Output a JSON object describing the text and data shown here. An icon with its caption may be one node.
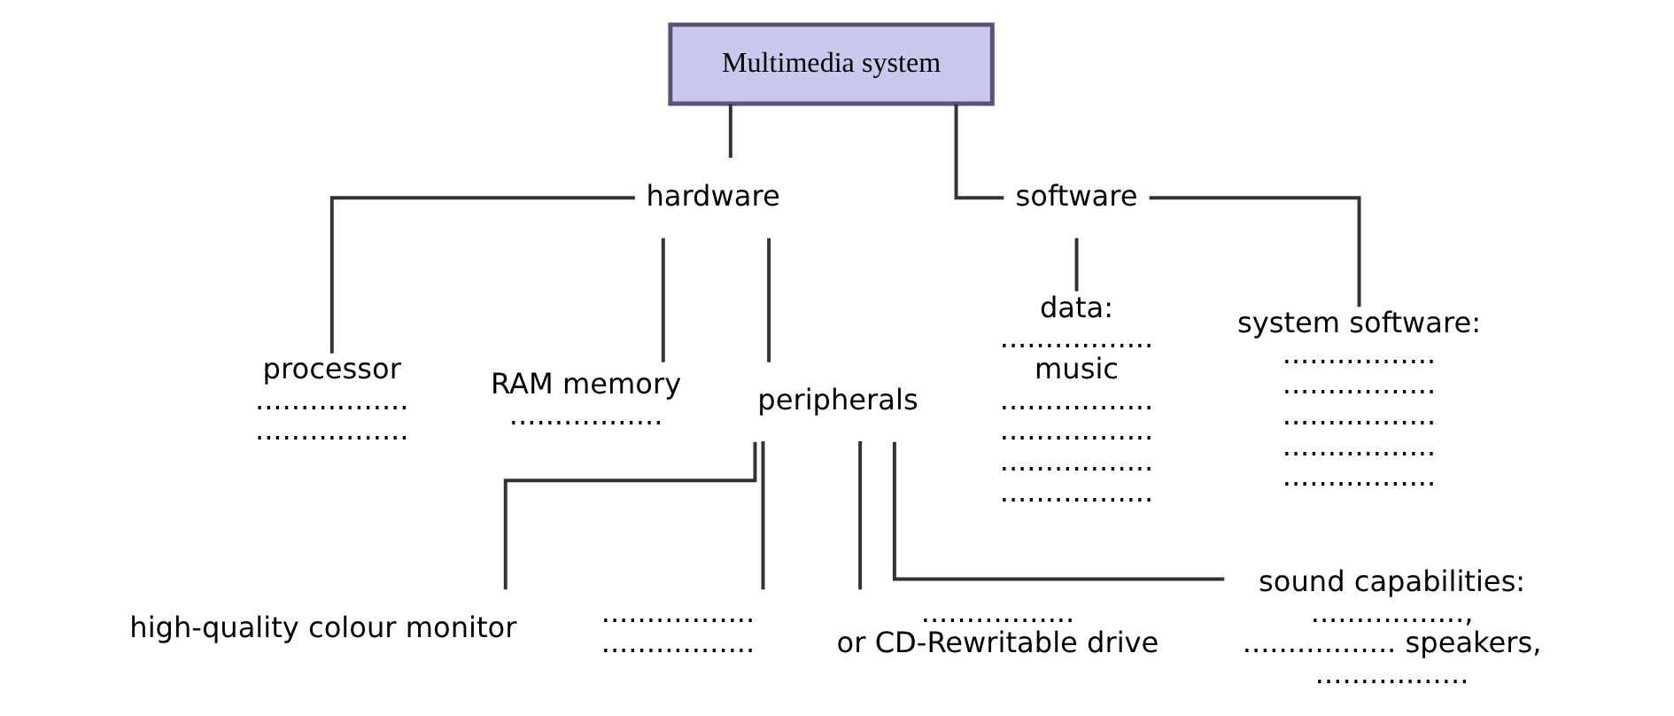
{
  "diagram": {
    "nodes": [
      {
        "text": [
          "Multimedia system"
        ]
      },
      {
        "text": [
          "hardware"
        ]
      },
      {
        "text": [
          "software"
        ]
      },
      {
        "text": [
          "processor",
          ".................",
          "................."
        ]
      },
      {
        "text": [
          "RAM memory",
          "................."
        ]
      },
      {
        "text": [
          "peripherals"
        ]
      },
      {
        "text": [
          "high-quality colour monitor"
        ]
      },
      {
        "text": [
          ".................",
          "................."
        ]
      },
      {
        "text": [
          ".................",
          "or CD-Rewritable drive"
        ]
      },
      {
        "text": [
          "sound capabilities:",
          ".................,",
          "................. speakers,",
          "................."
        ]
      },
      {
        "text": [
          "data:",
          ".................",
          "music",
          ".................",
          ".................",
          ".................",
          "................."
        ]
      },
      {
        "text": [
          "system software:",
          ".................",
          ".................",
          ".................",
          ".................",
          "................."
        ]
      }
    ],
    "edges": [
      {
        "from": 0,
        "to": 1,
        "arrow": "none"
      },
      {
        "from": 0,
        "to": 2,
        "arrow": "none"
      },
      {
        "from": 1,
        "to": 3,
        "arrow": "none"
      },
      {
        "from": 1,
        "to": 4,
        "arrow": "none"
      },
      {
        "from": 1,
        "to": 5,
        "arrow": "none"
      },
      {
        "from": 5,
        "to": 6,
        "arrow": "none"
      },
      {
        "from": 5,
        "to": 7,
        "arrow": "none"
      },
      {
        "from": 5,
        "to": 8,
        "arrow": "none"
      },
      {
        "from": 5,
        "to": 9,
        "arrow": "none"
      },
      {
        "from": 2,
        "to": 10,
        "arrow": "none"
      },
      {
        "from": 2,
        "to": 11,
        "arrow": "none"
      }
    ]
  }
}
